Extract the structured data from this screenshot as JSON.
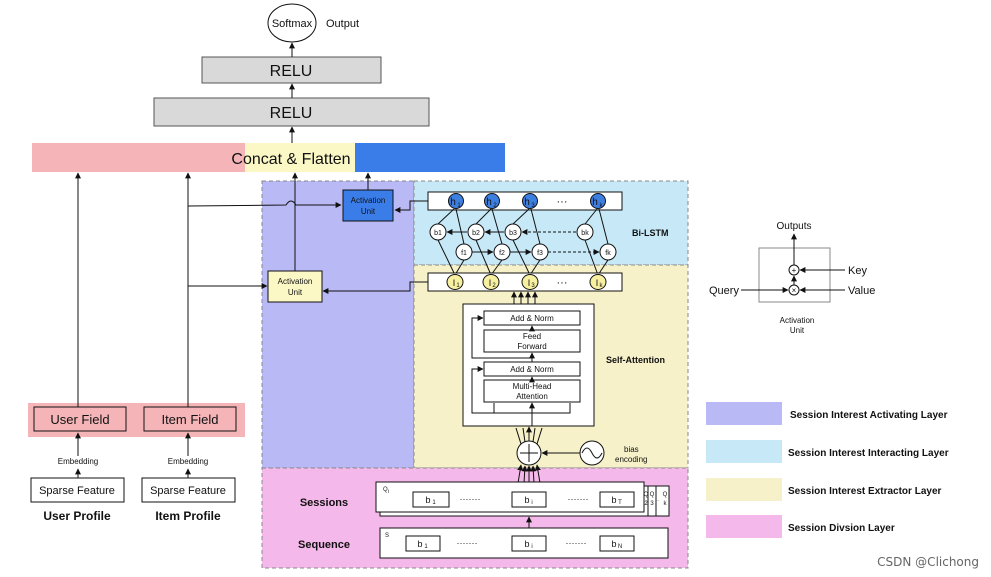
{
  "top": {
    "softmax": "Softmax",
    "output": "Output",
    "relu_top": "RELU",
    "relu_mid": "RELU",
    "concat": "Concat & Flatten"
  },
  "left": {
    "user_field": "User Field",
    "item_field": "Item Field",
    "embedding_user": "Embedding",
    "embedding_item": "Embedding",
    "sparse_user": "Sparse Feature",
    "sparse_item": "Sparse Feature",
    "user_profile": "User Profile",
    "item_profile": "Item Profile"
  },
  "activation_unit_label": [
    "Activation",
    "Unit"
  ],
  "bilstm": {
    "label": "Bi-LSTM",
    "hidden": {
      "h1": "h",
      "h2": "h",
      "h3": "h",
      "hk": "h",
      "s1": "1",
      "s2": "2",
      "s3": "3",
      "sk": "k"
    },
    "backward": {
      "b1": "b1",
      "b2": "b2",
      "b3": "b3",
      "bk": "bk"
    },
    "forward": {
      "f1": "f1",
      "f2": "f2",
      "f3": "f3",
      "fk": "fk"
    },
    "ellipsis": "···"
  },
  "extractor": {
    "interest": {
      "i1": "I",
      "s1": "1",
      "i2": "I",
      "s2": "2",
      "i3": "I",
      "s3": "3",
      "ik": "I",
      "sk": "k",
      "ellipsis": "···"
    },
    "self_attention": "Self-Attention",
    "add_norm_top": "Add & Norm",
    "feed_forward": [
      "Feed",
      "Forward"
    ],
    "add_norm_bottom": "Add & Norm",
    "multi_head": [
      "Multi-Head",
      "Attention"
    ],
    "bias": [
      "bias",
      "encoding"
    ]
  },
  "division": {
    "sessions": "Sessions",
    "sequence": "Sequence",
    "q_label": "Q",
    "q_sub": "i",
    "b1": "b",
    "b1s": "1",
    "bi": "b",
    "bis": "i",
    "bT": "b",
    "bTs": "T",
    "dots": "·······",
    "s_label": "S",
    "sb1": "b",
    "sb1s": "1",
    "sbi": "b",
    "sbis": "i",
    "sbN": "b",
    "sbNs": "N",
    "q_cols": [
      [
        "Q",
        "2"
      ],
      [
        "Q",
        "3"
      ],
      [
        "·",
        ""
      ],
      [
        "Q",
        "k"
      ]
    ]
  },
  "activation_unit_detail": {
    "outputs": "Outputs",
    "key": "Key",
    "query": "Query",
    "value": "Value",
    "plus": "+",
    "times": "×",
    "caption": [
      "Activation",
      "Unit"
    ]
  },
  "legend": [
    {
      "label": "Session Interest Activating Layer",
      "color": "#b9b9f5"
    },
    {
      "label": "Session Interest Interacting Layer",
      "color": "#c7e9f7"
    },
    {
      "label": "Session Interest Extractor Layer",
      "color": "#f6f1c9"
    },
    {
      "label": "Session Divsion Layer",
      "color": "#f5b8ea"
    }
  ],
  "colors": {
    "concat_pink": "#f5b5b8",
    "concat_yellow": "#fbf8c6",
    "concat_blue": "#3b7de8",
    "relu_gray": "#d9d9d9",
    "activating_bg": "#b9b9f5",
    "interacting_bg": "#c7e9f7",
    "extractor_bg": "#f6f1c9",
    "division_bg": "#f5b8ea",
    "hidden_blue": "#3d7fe0",
    "interest_yellow": "#f6f0a0",
    "field_pink": "#f5b5b8"
  },
  "watermark": "CSDN @Clichong"
}
